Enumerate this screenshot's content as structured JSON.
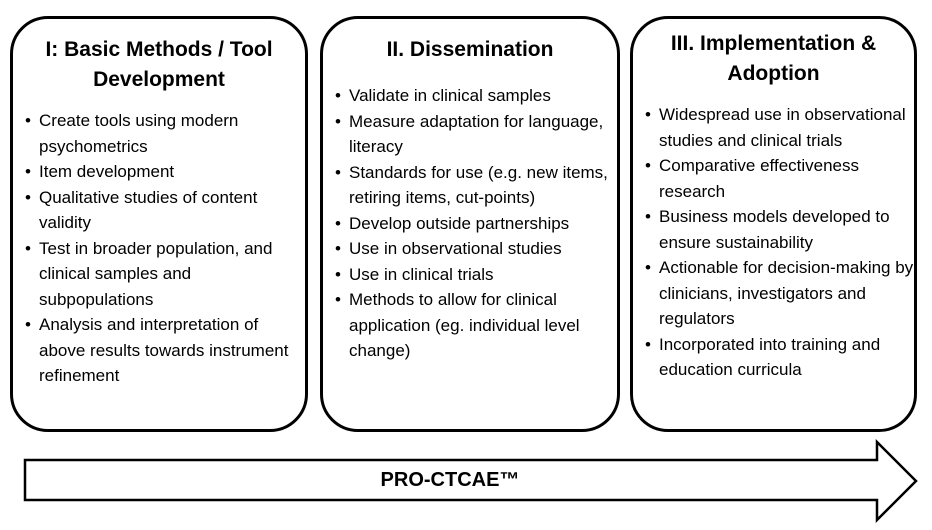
{
  "panels": [
    {
      "title": "I: Basic Methods / Tool Development",
      "items": [
        "Create tools using modern psychometrics",
        "Item development",
        "Qualitative studies of content validity",
        "Test in broader population, and clinical samples and subpopulations",
        "Analysis and interpretation of above results towards instrument refinement"
      ]
    },
    {
      "title": "II. Dissemination",
      "items": [
        "Validate in clinical samples",
        "Measure adaptation for language, literacy",
        "Standards for use (e.g. new items, retiring items, cut-points)",
        "Develop outside partnerships",
        "Use in observational studies",
        "Use in clinical trials",
        "Methods to allow for clinical application (eg. individual level change)"
      ]
    },
    {
      "title": "III. Implementation & Adoption",
      "items": [
        "Widespread use in observational studies and clinical trials",
        "Comparative effectiveness research",
        "Business models developed to ensure sustainability",
        "Actionable for decision-making by clinicians, investigators and regulators",
        "Incorporated into training and education curricula"
      ]
    }
  ],
  "arrow": {
    "label": "PRO-CTCAE™"
  }
}
